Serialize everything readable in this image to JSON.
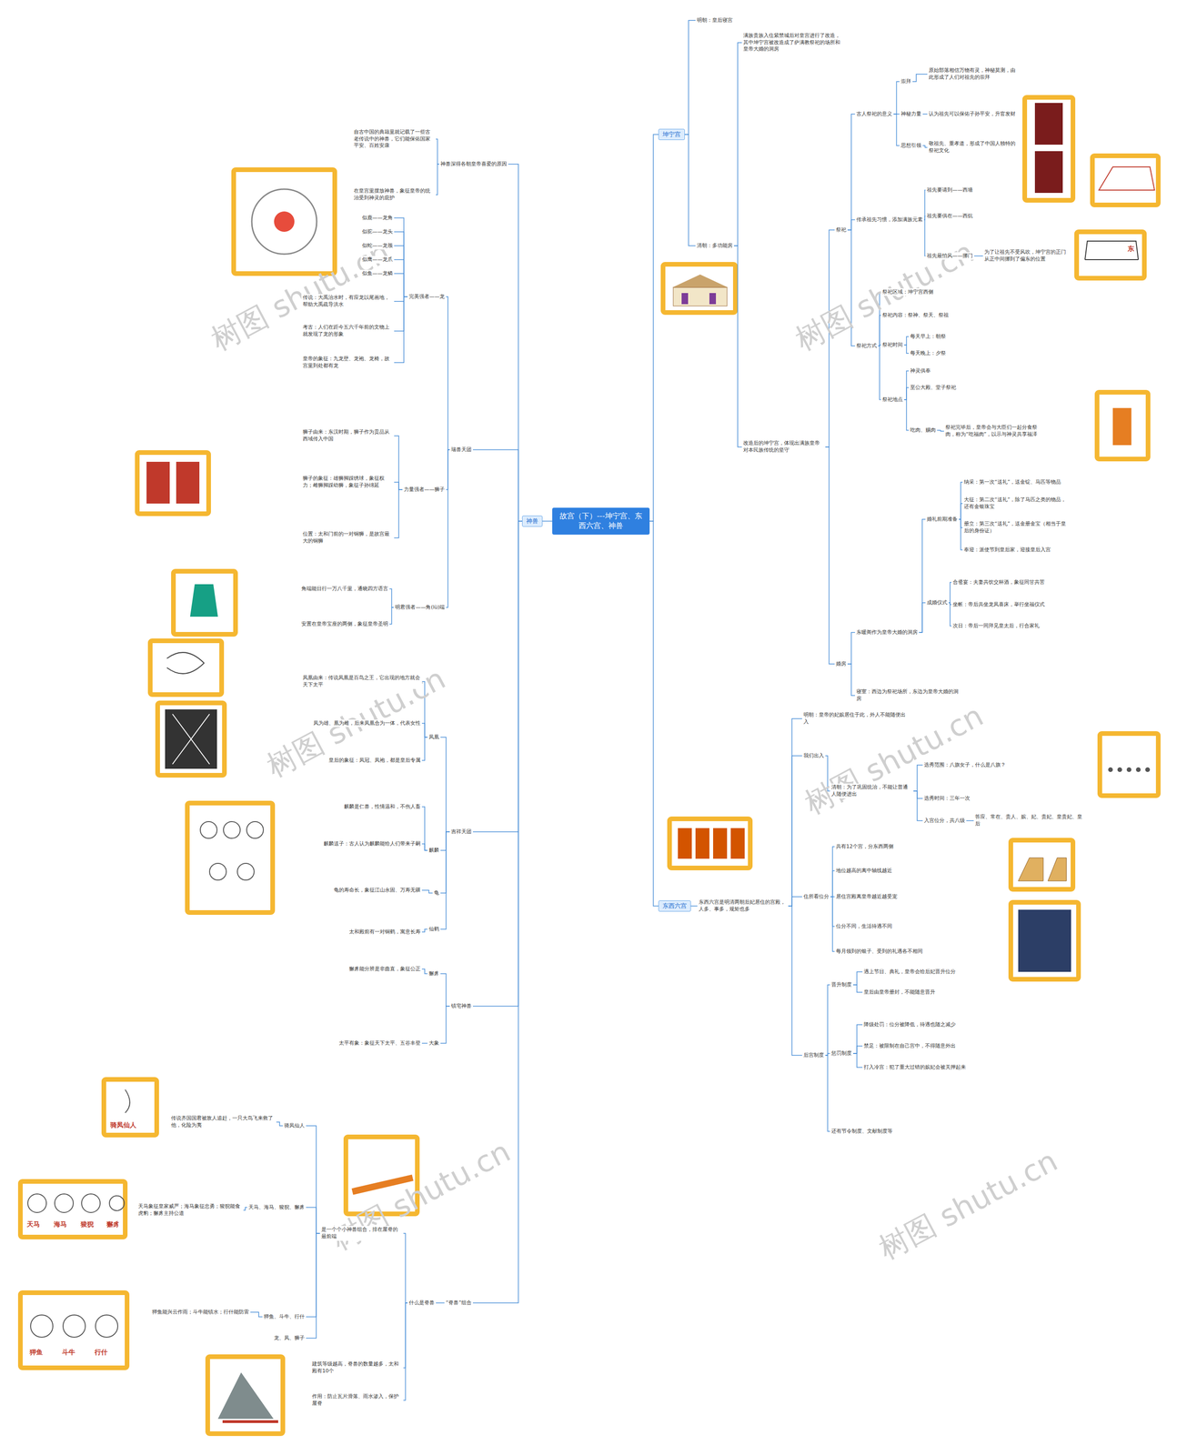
{
  "diagram": {
    "nodes": [
      {
        "text": [
          "故宫（下）---坤宁宫、东西六宫、神兽"
        ]
      },
      {
        "text": [
          "坤宁宫"
        ]
      },
      {
        "text": [
          "东西六宫"
        ]
      },
      {
        "text": [
          "神兽"
        ]
      },
      {
        "text": [
          "明朝：皇后寝宫"
        ]
      },
      {
        "text": [
          "清朝：多功能房"
        ]
      },
      {
        "text": [
          "满族贵族入住紫禁城后对皇宫进行了改造，其中坤宁宫被改造成了萨满教祭祀的场所和皇帝大婚的洞房"
        ]
      },
      {
        "text": [
          "改造后的坤宁宫，体现出满族皇帝对本民族传统的坚守"
        ]
      },
      {
        "text": [
          "祭祀"
        ]
      },
      {
        "text": [
          "婚房"
        ]
      },
      {
        "text": [
          "古人祭祀的意义"
        ]
      },
      {
        "text": [
          "崇拜"
        ]
      },
      {
        "text": [
          "神秘力量"
        ]
      },
      {
        "text": [
          "思想引领"
        ]
      },
      {
        "text": [
          "原始部落相信万物有灵，神秘莫测，由此形成了人们对祖先的崇拜"
        ]
      },
      {
        "text": [
          "认为祖先可以保佑子孙平安，升官发财"
        ]
      },
      {
        "text": [
          "敬祖先、重孝道，形成了中国人独特的祭祀文化"
        ]
      },
      {
        "text": [
          "传承祖先习惯，添加满族元素"
        ]
      },
      {
        "text": [
          "祖先要请到——西墙"
        ]
      },
      {
        "text": [
          "祖先要供在——西炕"
        ]
      },
      {
        "text": [
          "祖先最怕风——挪门"
        ]
      },
      {
        "text": [
          "为了让祖先不受风吹，坤宁宫的正门从正中间挪到了偏东的位置"
        ]
      },
      {
        "text": [
          "祭祀方式"
        ]
      },
      {
        "text": [
          "祭祀区域：坤宁宫西侧"
        ]
      },
      {
        "text": [
          "祭祀内容：祭神、祭天、祭祖"
        ]
      },
      {
        "text": [
          "祭祀时间"
        ]
      },
      {
        "text": [
          "每天早上：朝祭"
        ]
      },
      {
        "text": [
          "每天晚上：夕祭"
        ]
      },
      {
        "text": [
          "祭祀地点"
        ]
      },
      {
        "text": [
          "神灵供奉"
        ]
      },
      {
        "text": [
          "至公大殿、堂子祭祀"
        ]
      },
      {
        "text": [
          "吃肉、赐肉"
        ]
      },
      {
        "text": [
          "祭祀完毕后，皇帝会与大臣们一起分食祭肉，称为“吃福肉”，以示与神灵共享福泽"
        ]
      },
      {
        "text": [
          "东暖阁作为皇帝大婚的洞房"
        ]
      },
      {
        "text": [
          "婚礼前期准备"
        ]
      },
      {
        "text": [
          "纳采：第一次“送礼”，送金锭、马匹等物品"
        ]
      },
      {
        "text": [
          "大征：第二次“送礼”，除了马匹之类的物品，还有金银珠宝"
        ]
      },
      {
        "text": [
          "册立：第三次“送礼”，送金册金宝（相当于皇后的身份证）"
        ]
      },
      {
        "text": [
          "奉迎：派使节到皇后家，迎接皇后入宫"
        ]
      },
      {
        "text": [
          "成婚仪式"
        ]
      },
      {
        "text": [
          "合卺宴：夫妻共饮交杯酒，象征同甘共苦"
        ]
      },
      {
        "text": [
          "坐帐：帝后共坐龙凤喜床，举行坐福仪式"
        ]
      },
      {
        "text": [
          "次日：帝后一同拜见皇太后，行合家礼"
        ]
      },
      {
        "text": [
          "寝室：西边为祭祀场所，东边为皇帝大婚的洞房"
        ]
      },
      {
        "text": [
          "东西六宫是明清两朝后妃居住的宫殿，人多、事多，规矩也多"
        ]
      },
      {
        "text": [
          "明朝：皇帝的妃嫔居住于此，外人不能随便出入"
        ]
      },
      {
        "text": [
          "我们出入"
        ]
      },
      {
        "text": [
          "清朝：为了巩固统治，不能让普通人随便进出"
        ]
      },
      {
        "text": [
          "选秀范围：八旗女子，什么是八旗？"
        ]
      },
      {
        "text": [
          "选秀时间：三年一次"
        ]
      },
      {
        "text": [
          "入宫位分，共八级"
        ]
      },
      {
        "text": [
          "答应、常在、贵人、嫔、妃、贵妃、皇贵妃、皇后"
        ]
      },
      {
        "text": [
          "住所看位分"
        ]
      },
      {
        "text": [
          "共有12个宫，分东西两侧"
        ]
      },
      {
        "text": [
          "地位越高的离中轴线越近"
        ]
      },
      {
        "text": [
          "居住宫殿离皇帝越近越受宠"
        ]
      },
      {
        "text": [
          "位分不同，生活待遇不同"
        ]
      },
      {
        "text": [
          "每月领到的银子、受到的礼遇各不相同"
        ]
      },
      {
        "text": [
          "后宫制度"
        ]
      },
      {
        "text": [
          "晋升制度"
        ]
      },
      {
        "text": [
          "遇上节日、典礼，皇帝会给后妃晋升位分"
        ]
      },
      {
        "text": [
          "皇后由皇帝册封，不能随意晋升"
        ]
      },
      {
        "text": [
          "惩罚制度"
        ]
      },
      {
        "text": [
          "降级处罚：位分被降低，待遇也随之减少"
        ]
      },
      {
        "text": [
          "禁足：被限制在自己宫中，不得随意外出"
        ]
      },
      {
        "text": [
          "打入冷宫：犯了重大过错的嫔妃会被关押起来"
        ]
      },
      {
        "text": [
          "还有节令制度、文献制度等"
        ]
      },
      {
        "text": [
          "神兽深得各朝皇帝喜爱的原因"
        ]
      },
      {
        "text": [
          "自古中国的典籍里就记载了一些古老传说中的神兽，它们能保佑国家平安、百姓安康"
        ]
      },
      {
        "text": [
          "在皇宫里摆放神兽，象征皇帝的统治受到神灵的庇护"
        ]
      },
      {
        "text": [
          "瑞兽天团"
        ]
      },
      {
        "text": [
          "完美强者——龙"
        ]
      },
      {
        "text": [
          "似鹿——龙角"
        ]
      },
      {
        "text": [
          "似驼——龙头"
        ]
      },
      {
        "text": [
          "似蛇——龙颈"
        ]
      },
      {
        "text": [
          "似鹰——龙爪"
        ]
      },
      {
        "text": [
          "似鱼——龙鳞"
        ]
      },
      {
        "text": [
          "传说：大禹治水时，有应龙以尾画地，帮助大禹疏导洪水"
        ]
      },
      {
        "text": [
          "考古：人们在距今五六千年前的文物上就发现了龙的形象"
        ]
      },
      {
        "text": [
          "皇帝的象征：九龙壁、龙袍、龙椅，故宫里到处都有龙"
        ]
      },
      {
        "text": [
          "力量强者——狮子"
        ]
      },
      {
        "text": [
          "狮子由来：东汉时期，狮子作为贡品从西域传入中国"
        ]
      },
      {
        "text": [
          "狮子的象征：雄狮脚踩绣球，象征权力；雌狮脚踩幼狮，象征子孙绵延"
        ]
      },
      {
        "text": [
          "位置：太和门前的一对铜狮，是故宫最大的铜狮"
        ]
      },
      {
        "text": [
          "明君强者——角(lù)端"
        ]
      },
      {
        "text": [
          "角端能日行一万八千里，通晓四方语言"
        ]
      },
      {
        "text": [
          "安置在皇帝宝座的两侧，象征皇帝圣明"
        ]
      },
      {
        "text": [
          "吉祥天团"
        ]
      },
      {
        "text": [
          "凤凰"
        ]
      },
      {
        "text": [
          "凤凰由来：传说凤凰是百鸟之王，它出现的地方就会天下太平"
        ]
      },
      {
        "text": [
          "凤为雄、凰为雌，后来凤凰合为一体，代表女性"
        ]
      },
      {
        "text": [
          "皇后的象征：凤冠、凤袍，都是皇后专属"
        ]
      },
      {
        "text": [
          "麒麟"
        ]
      },
      {
        "text": [
          "麒麟是仁兽，性情温和，不伤人畜"
        ]
      },
      {
        "text": [
          "麒麟送子：古人认为麒麟能给人们带来子嗣"
        ]
      },
      {
        "text": [
          "龟"
        ]
      },
      {
        "text": [
          "龟的寿命长，象征江山永固、万寿无疆"
        ]
      },
      {
        "text": [
          "仙鹤"
        ]
      },
      {
        "text": [
          "太和殿前有一对铜鹤，寓意长寿"
        ]
      },
      {
        "text": [
          "镇宅神兽"
        ]
      },
      {
        "text": [
          "獬豸"
        ]
      },
      {
        "text": [
          "獬豸能分辨是非曲直，象征公正"
        ]
      },
      {
        "text": [
          "大象"
        ]
      },
      {
        "text": [
          "太平有象：象征天下太平、五谷丰登"
        ]
      },
      {
        "text": [
          "“脊兽”组合"
        ]
      },
      {
        "text": [
          "什么是脊兽"
        ]
      },
      {
        "text": [
          "是一个个小神兽组合，排在屋脊的最前端"
        ]
      },
      {
        "text": [
          "建筑等级越高，脊兽的数量越多，太和殿有10个"
        ]
      },
      {
        "text": [
          "作用：防止瓦片滑落、雨水渗入，保护屋脊"
        ]
      },
      {
        "text": [
          "骑凤仙人"
        ]
      },
      {
        "text": [
          "天马、海马、狻猊、獬豸"
        ]
      },
      {
        "text": [
          "狎鱼、斗牛、行什"
        ]
      },
      {
        "text": [
          "龙、凤、狮子"
        ]
      },
      {
        "text": [
          "传说齐国国君被敌人追赶，一只大鸟飞来救了他，化险为夷"
        ]
      },
      {
        "text": [
          "天马象征皇家威严；海马象征忠勇；狻猊能食虎豹；獬豸主持公道"
        ]
      },
      {
        "text": [
          "狎鱼能兴云作雨；斗牛能镇水；行什能防雷"
        ]
      }
    ],
    "edges": [
      {
        "from": 0,
        "to": 1,
        "arrow": "none"
      },
      {
        "from": 0,
        "to": 2,
        "arrow": "none"
      },
      {
        "from": 0,
        "to": 3,
        "arrow": "none"
      },
      {
        "from": 1,
        "to": 4,
        "arrow": "none"
      },
      {
        "from": 1,
        "to": 5,
        "arrow": "none"
      },
      {
        "from": 5,
        "to": 6,
        "arrow": "none"
      },
      {
        "from": 5,
        "to": 7,
        "arrow": "none"
      },
      {
        "from": 7,
        "to": 8,
        "arrow": "none"
      },
      {
        "from": 7,
        "to": 9,
        "arrow": "none"
      },
      {
        "from": 8,
        "to": 10,
        "arrow": "none"
      },
      {
        "from": 10,
        "to": 11,
        "arrow": "none"
      },
      {
        "from": 10,
        "to": 12,
        "arrow": "none"
      },
      {
        "from": 10,
        "to": 13,
        "arrow": "none"
      },
      {
        "from": 11,
        "to": 14,
        "arrow": "none"
      },
      {
        "from": 12,
        "to": 15,
        "arrow": "none"
      },
      {
        "from": 13,
        "to": 16,
        "arrow": "none"
      },
      {
        "from": 8,
        "to": 17,
        "arrow": "none"
      },
      {
        "from": 17,
        "to": 18,
        "arrow": "none"
      },
      {
        "from": 17,
        "to": 19,
        "arrow": "none"
      },
      {
        "from": 17,
        "to": 20,
        "arrow": "none"
      },
      {
        "from": 20,
        "to": 21,
        "arrow": "none"
      },
      {
        "from": 8,
        "to": 22,
        "arrow": "none"
      },
      {
        "from": 22,
        "to": 23,
        "arrow": "none"
      },
      {
        "from": 22,
        "to": 24,
        "arrow": "none"
      },
      {
        "from": 22,
        "to": 25,
        "arrow": "none"
      },
      {
        "from": 25,
        "to": 26,
        "arrow": "none"
      },
      {
        "from": 25,
        "to": 27,
        "arrow": "none"
      },
      {
        "from": 22,
        "to": 28,
        "arrow": "none"
      },
      {
        "from": 28,
        "to": 29,
        "arrow": "none"
      },
      {
        "from": 28,
        "to": 30,
        "arrow": "none"
      },
      {
        "from": 28,
        "to": 31,
        "arrow": "none"
      },
      {
        "from": 31,
        "to": 32,
        "arrow": "none"
      },
      {
        "from": 9,
        "to": 33,
        "arrow": "none"
      },
      {
        "from": 33,
        "to": 34,
        "arrow": "none"
      },
      {
        "from": 34,
        "to": 35,
        "arrow": "none"
      },
      {
        "from": 34,
        "to": 36,
        "arrow": "none"
      },
      {
        "from": 34,
        "to": 37,
        "arrow": "none"
      },
      {
        "from": 34,
        "to": 38,
        "arrow": "none"
      },
      {
        "from": 33,
        "to": 39,
        "arrow": "none"
      },
      {
        "from": 39,
        "to": 40,
        "arrow": "none"
      },
      {
        "from": 39,
        "to": 41,
        "arrow": "none"
      },
      {
        "from": 39,
        "to": 42,
        "arrow": "none"
      },
      {
        "from": 9,
        "to": 43,
        "arrow": "none"
      },
      {
        "from": 2,
        "to": 44,
        "arrow": "none"
      },
      {
        "from": 44,
        "to": 45,
        "arrow": "none"
      },
      {
        "from": 44,
        "to": 46,
        "arrow": "none"
      },
      {
        "from": 46,
        "to": 47,
        "arrow": "none"
      },
      {
        "from": 47,
        "to": 48,
        "arrow": "none"
      },
      {
        "from": 47,
        "to": 49,
        "arrow": "none"
      },
      {
        "from": 47,
        "to": 50,
        "arrow": "none"
      },
      {
        "from": 50,
        "to": 51,
        "arrow": "none"
      },
      {
        "from": 44,
        "to": 52,
        "arrow": "none"
      },
      {
        "from": 52,
        "to": 53,
        "arrow": "none"
      },
      {
        "from": 52,
        "to": 54,
        "arrow": "none"
      },
      {
        "from": 52,
        "to": 55,
        "arrow": "none"
      },
      {
        "from": 52,
        "to": 56,
        "arrow": "none"
      },
      {
        "from": 52,
        "to": 57,
        "arrow": "none"
      },
      {
        "from": 44,
        "to": 58,
        "arrow": "none"
      },
      {
        "from": 58,
        "to": 59,
        "arrow": "none"
      },
      {
        "from": 59,
        "to": 60,
        "arrow": "none"
      },
      {
        "from": 59,
        "to": 61,
        "arrow": "none"
      },
      {
        "from": 58,
        "to": 62,
        "arrow": "none"
      },
      {
        "from": 62,
        "to": 63,
        "arrow": "none"
      },
      {
        "from": 62,
        "to": 64,
        "arrow": "none"
      },
      {
        "from": 62,
        "to": 65,
        "arrow": "none"
      },
      {
        "from": 58,
        "to": 66,
        "arrow": "none"
      },
      {
        "from": 3,
        "to": 67,
        "arrow": "none"
      },
      {
        "from": 67,
        "to": 68,
        "arrow": "none"
      },
      {
        "from": 67,
        "to": 69,
        "arrow": "none"
      },
      {
        "from": 3,
        "to": 70,
        "arrow": "none"
      },
      {
        "from": 70,
        "to": 71,
        "arrow": "none"
      },
      {
        "from": 71,
        "to": 72,
        "arrow": "none"
      },
      {
        "from": 71,
        "to": 73,
        "arrow": "none"
      },
      {
        "from": 71,
        "to": 74,
        "arrow": "none"
      },
      {
        "from": 71,
        "to": 75,
        "arrow": "none"
      },
      {
        "from": 71,
        "to": 76,
        "arrow": "none"
      },
      {
        "from": 71,
        "to": 77,
        "arrow": "none"
      },
      {
        "from": 71,
        "to": 78,
        "arrow": "none"
      },
      {
        "from": 71,
        "to": 79,
        "arrow": "none"
      },
      {
        "from": 70,
        "to": 80,
        "arrow": "none"
      },
      {
        "from": 80,
        "to": 81,
        "arrow": "none"
      },
      {
        "from": 80,
        "to": 82,
        "arrow": "none"
      },
      {
        "from": 80,
        "to": 83,
        "arrow": "none"
      },
      {
        "from": 70,
        "to": 84,
        "arrow": "none"
      },
      {
        "from": 84,
        "to": 85,
        "arrow": "none"
      },
      {
        "from": 84,
        "to": 86,
        "arrow": "none"
      },
      {
        "from": 3,
        "to": 87,
        "arrow": "none"
      },
      {
        "from": 87,
        "to": 88,
        "arrow": "none"
      },
      {
        "from": 88,
        "to": 89,
        "arrow": "none"
      },
      {
        "from": 88,
        "to": 90,
        "arrow": "none"
      },
      {
        "from": 88,
        "to": 91,
        "arrow": "none"
      },
      {
        "from": 87,
        "to": 92,
        "arrow": "none"
      },
      {
        "from": 92,
        "to": 93,
        "arrow": "none"
      },
      {
        "from": 92,
        "to": 94,
        "arrow": "none"
      },
      {
        "from": 87,
        "to": 95,
        "arrow": "none"
      },
      {
        "from": 95,
        "to": 96,
        "arrow": "none"
      },
      {
        "from": 87,
        "to": 97,
        "arrow": "none"
      },
      {
        "from": 97,
        "to": 98,
        "arrow": "none"
      },
      {
        "from": 3,
        "to": 99,
        "arrow": "none"
      },
      {
        "from": 99,
        "to": 100,
        "arrow": "none"
      },
      {
        "from": 100,
        "to": 101,
        "arrow": "none"
      },
      {
        "from": 99,
        "to": 102,
        "arrow": "none"
      },
      {
        "from": 102,
        "to": 103,
        "arrow": "none"
      },
      {
        "from": 3,
        "to": 104,
        "arrow": "none"
      },
      {
        "from": 104,
        "to": 105,
        "arrow": "none"
      },
      {
        "from": 105,
        "to": 106,
        "arrow": "none"
      },
      {
        "from": 105,
        "to": 107,
        "arrow": "none"
      },
      {
        "from": 105,
        "to": 108,
        "arrow": "none"
      },
      {
        "from": 106,
        "to": 109,
        "arrow": "none"
      },
      {
        "from": 106,
        "to": 110,
        "arrow": "none"
      },
      {
        "from": 106,
        "to": 111,
        "arrow": "none"
      },
      {
        "from": 106,
        "to": 112,
        "arrow": "none"
      },
      {
        "from": 109,
        "to": 113,
        "arrow": "none"
      },
      {
        "from": 110,
        "to": 114,
        "arrow": "none"
      },
      {
        "from": 111,
        "to": 115,
        "arrow": "none"
      }
    ],
    "labels": [
      "树图 shutu.cn",
      "树图 shutu.cn",
      "树图 shutu.cn",
      "树图 shutu.cn",
      "树图 shutu.cn",
      "树图 shutu.cn",
      "东",
      "骑凤仙人",
      "天马",
      "海马",
      "狻猊",
      "獬豸",
      "狎鱼",
      "斗牛",
      "行什"
    ]
  }
}
